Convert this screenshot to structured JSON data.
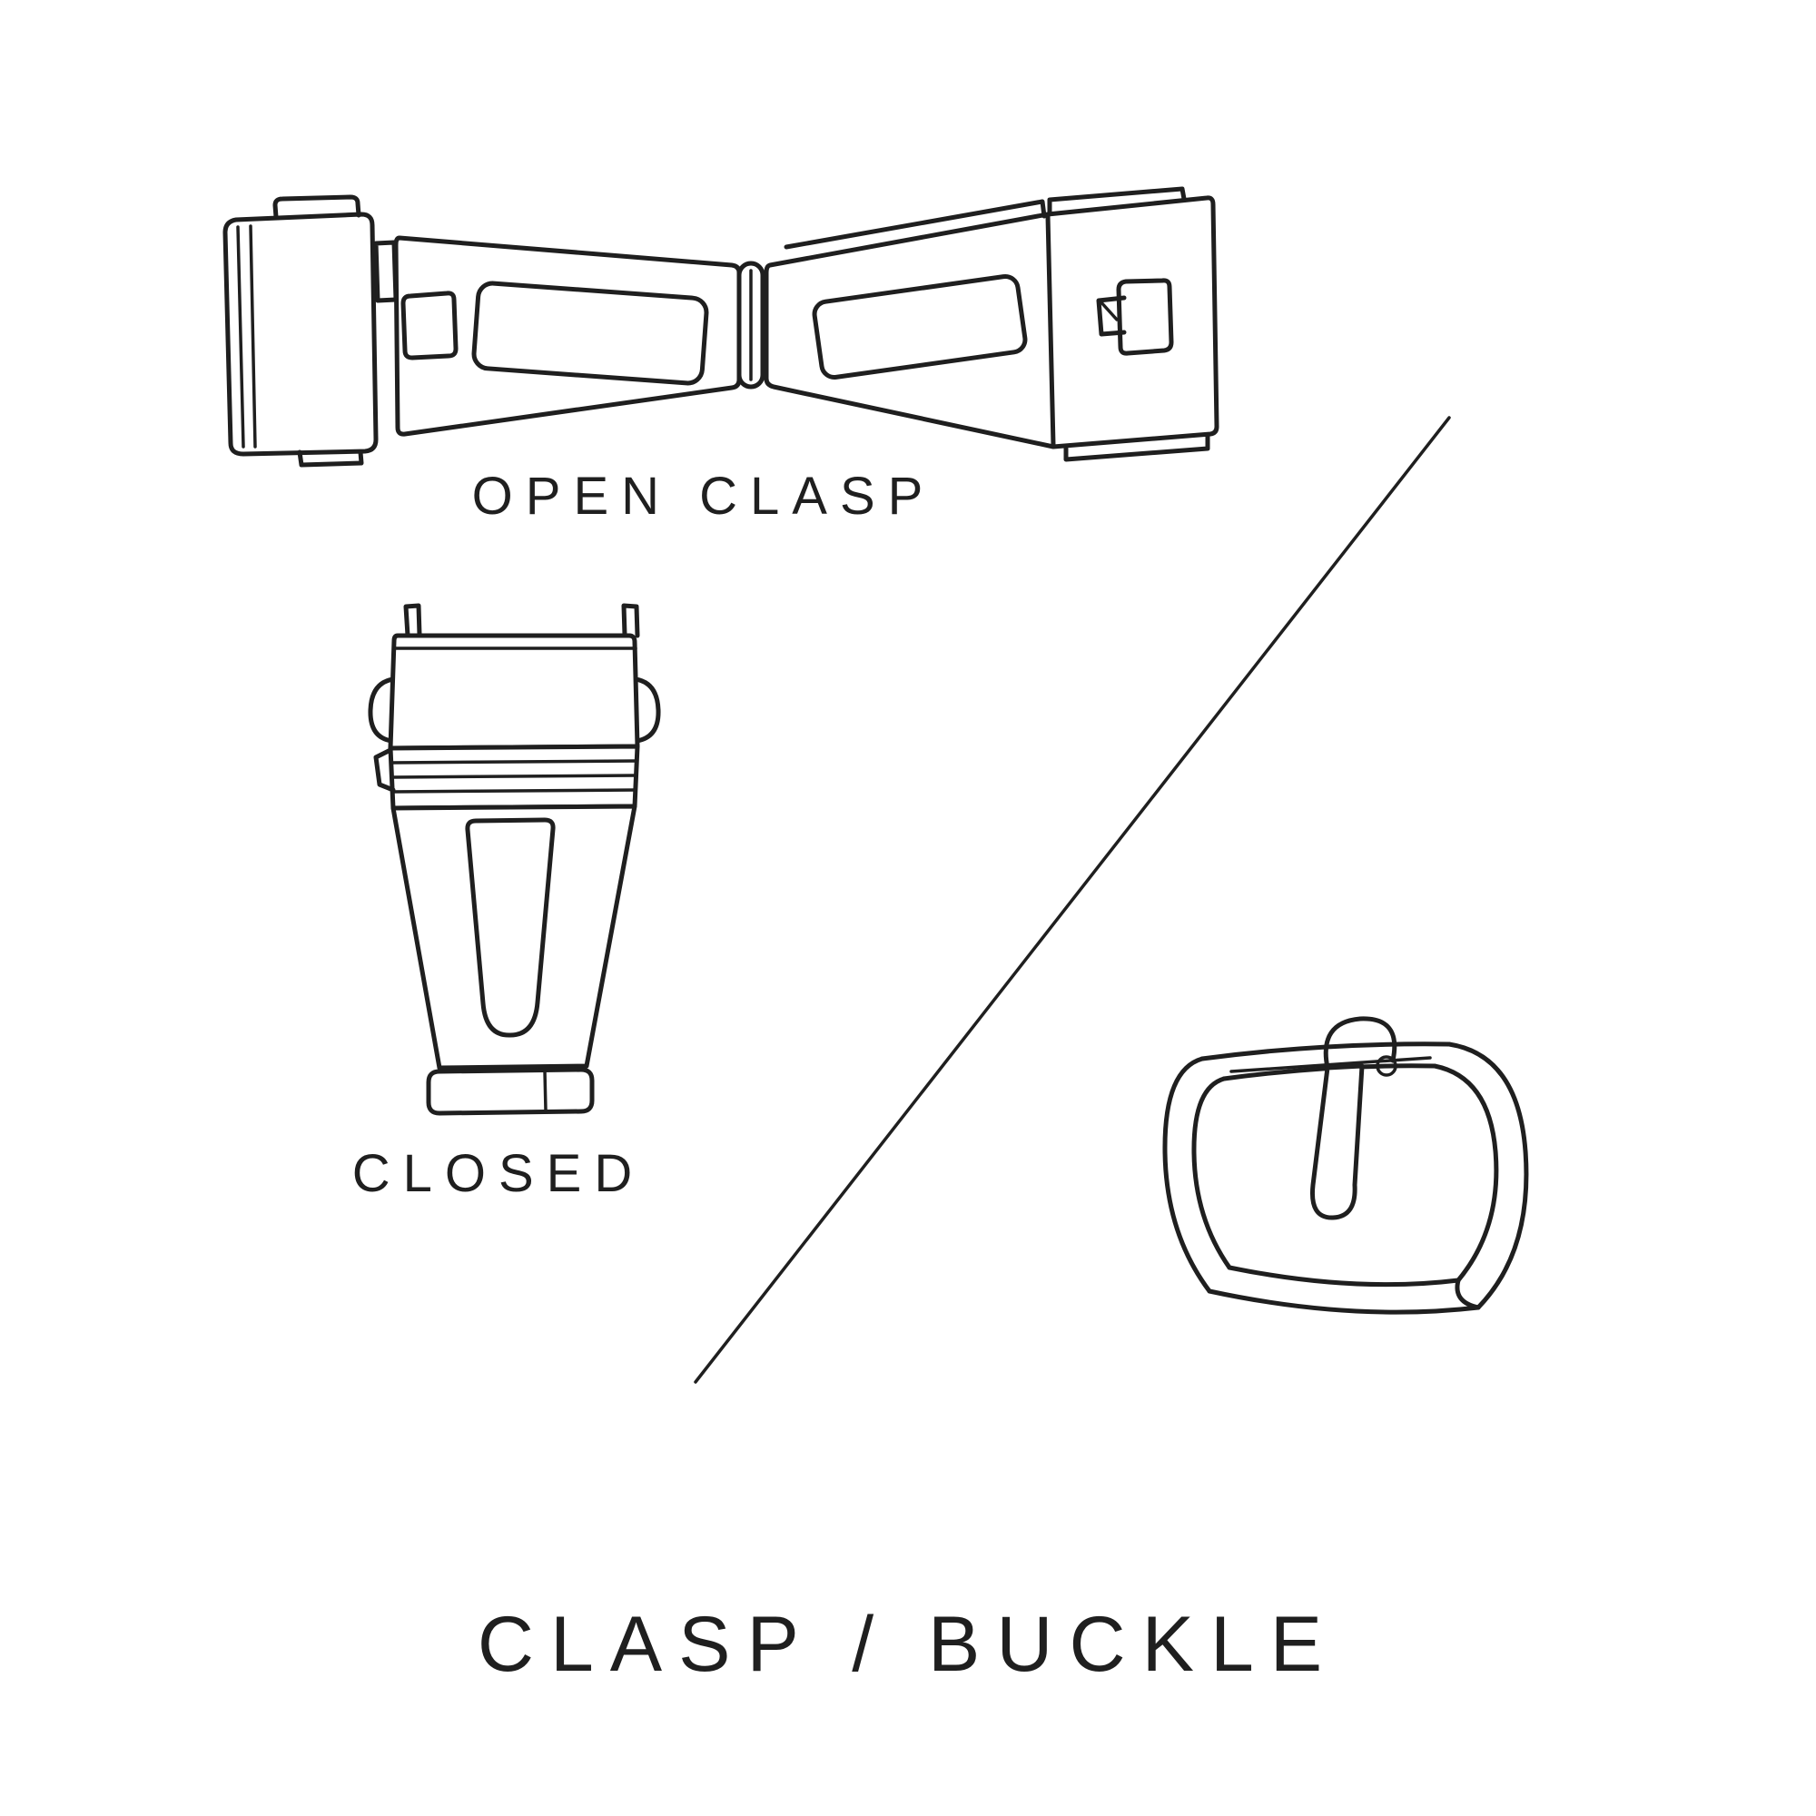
{
  "colors": {
    "background": "#ffffff",
    "line": "#1f1f1f"
  },
  "labels": {
    "open_clasp": "OPEN CLASP",
    "closed": "CLOSED",
    "title": "CLASP / BUCKLE"
  }
}
